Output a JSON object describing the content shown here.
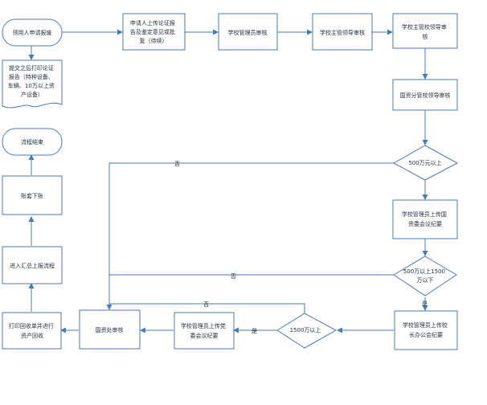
{
  "nodes": {
    "start": "领用人申请报废",
    "upload_report": [
      "申请人上传论证报",
      "告及鉴定意见或批",
      "复（待续）"
    ],
    "school_admin_accept": "学校管理员审核",
    "school_dept_head": "学校主管领导审核",
    "school_leader": [
      "学校主管校领导审",
      "核"
    ],
    "asset_office_leader": [
      "国资分管校领导审核"
    ],
    "print_report": [
      "提交之后打印论证",
      "报告（特种设备、",
      "车辆、10万以上资",
      "产设备）"
    ],
    "process_end": "流程结束",
    "ledger_writeoff": "账套下账",
    "enter_system": "进入汇总上报流程",
    "print_recycle": [
      "打印回收单并进行",
      "资产回收"
    ],
    "asset_office_review": "国资处审核",
    "dec_500": "500万元以上",
    "upload_state_council": [
      "学校管理员上传国",
      "资委会议纪要"
    ],
    "dec_500_1500": [
      "500万以上1500",
      "万以下"
    ],
    "upload_principal": [
      "学校管理员上传校",
      "长办公会纪要"
    ],
    "dec_1500": "1500万以上",
    "upload_party": [
      "学校管理员上传党",
      "委会议纪要"
    ]
  },
  "edge_labels": {
    "no_top": "否",
    "no_mid": "否",
    "no_low": "否",
    "yes_1500": "是",
    "yes_mid": "是"
  },
  "colors": {
    "stroke": "#4a79b6",
    "text": "#1f2d3d",
    "fill": "#ffffff"
  }
}
